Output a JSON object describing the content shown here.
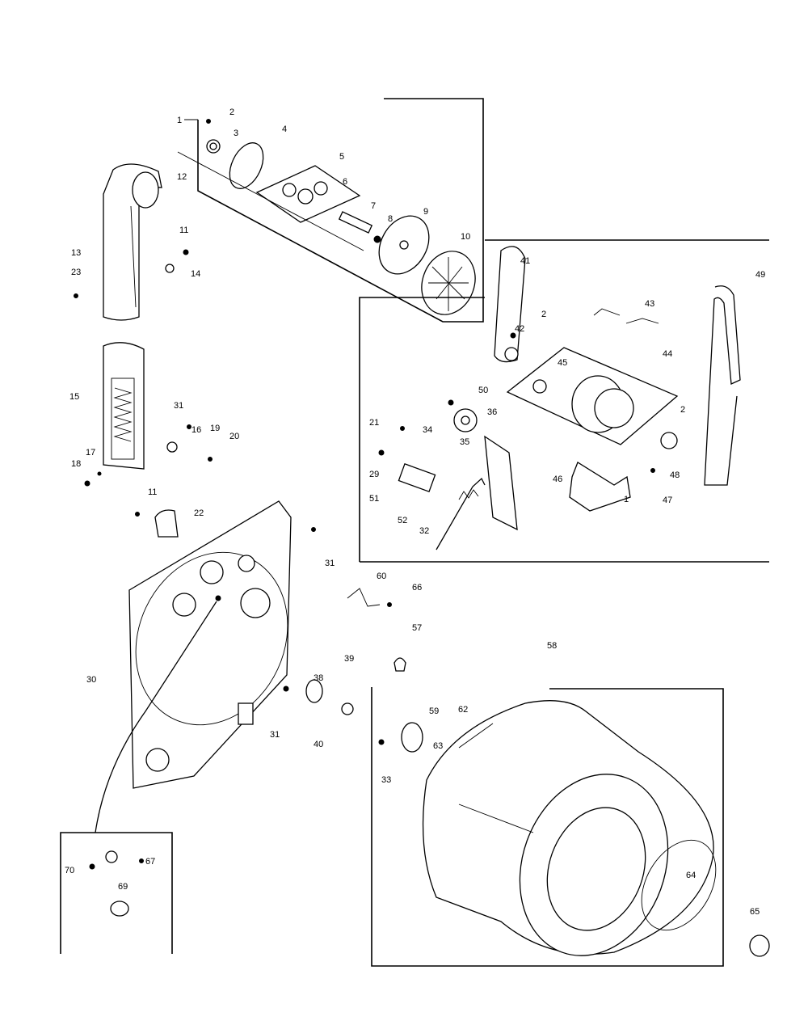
{
  "diagram": {
    "callouts": [
      "1",
      "2",
      "3",
      "4",
      "5",
      "6",
      "7",
      "8",
      "9",
      "10",
      "11",
      "13",
      "14",
      "15",
      "16",
      "17",
      "18",
      "18",
      "19",
      "20",
      "21",
      "22",
      "23",
      "29",
      "30",
      "31",
      "31",
      "31",
      "31",
      "32",
      "32",
      "33",
      "34",
      "35",
      "36",
      "38",
      "39",
      "40",
      "41",
      "42",
      "43",
      "44",
      "45",
      "46",
      "47",
      "48",
      "49",
      "50",
      "51",
      "52",
      "57",
      "58",
      "59",
      "60",
      "62",
      "63",
      "64",
      "65",
      "66",
      "67",
      "69",
      "70",
      "2",
      "2",
      "11",
      "1"
    ],
    "colors": {
      "ink": "#000000",
      "paper": "#ffffff"
    }
  }
}
